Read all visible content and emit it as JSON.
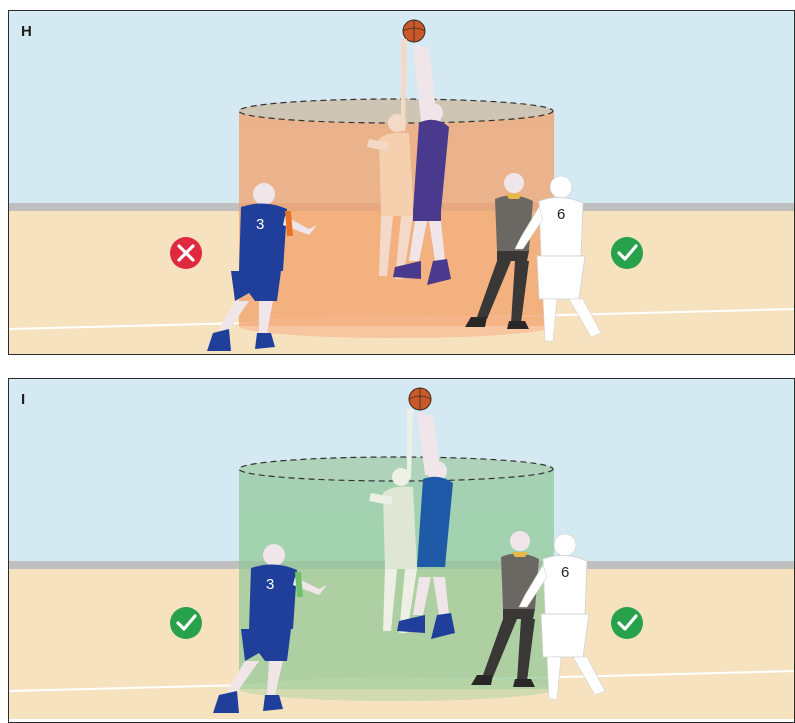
{
  "panels": [
    {
      "label": "H",
      "zone_color": "#f2a06a",
      "zone_top_color": "#cdb9a0",
      "left_indicator": "cross-icon",
      "right_indicator": "check-icon"
    },
    {
      "label": "I",
      "zone_color": "#8fc896",
      "zone_top_color": "#9fcba4",
      "left_indicator": "check-icon",
      "right_indicator": "check-icon"
    }
  ],
  "players": {
    "left_number": "3",
    "right_number": "6"
  },
  "colors": {
    "sky": "#d4e9f1",
    "floor": "#f7e2c0",
    "wall_stripe": "#bfbfbf",
    "team_blue": "#1f3f9a",
    "jumper_purple": "#4a3a8e",
    "cross_red": "#e0283e",
    "check_green": "#27a14a",
    "referee": "#3a3836"
  }
}
